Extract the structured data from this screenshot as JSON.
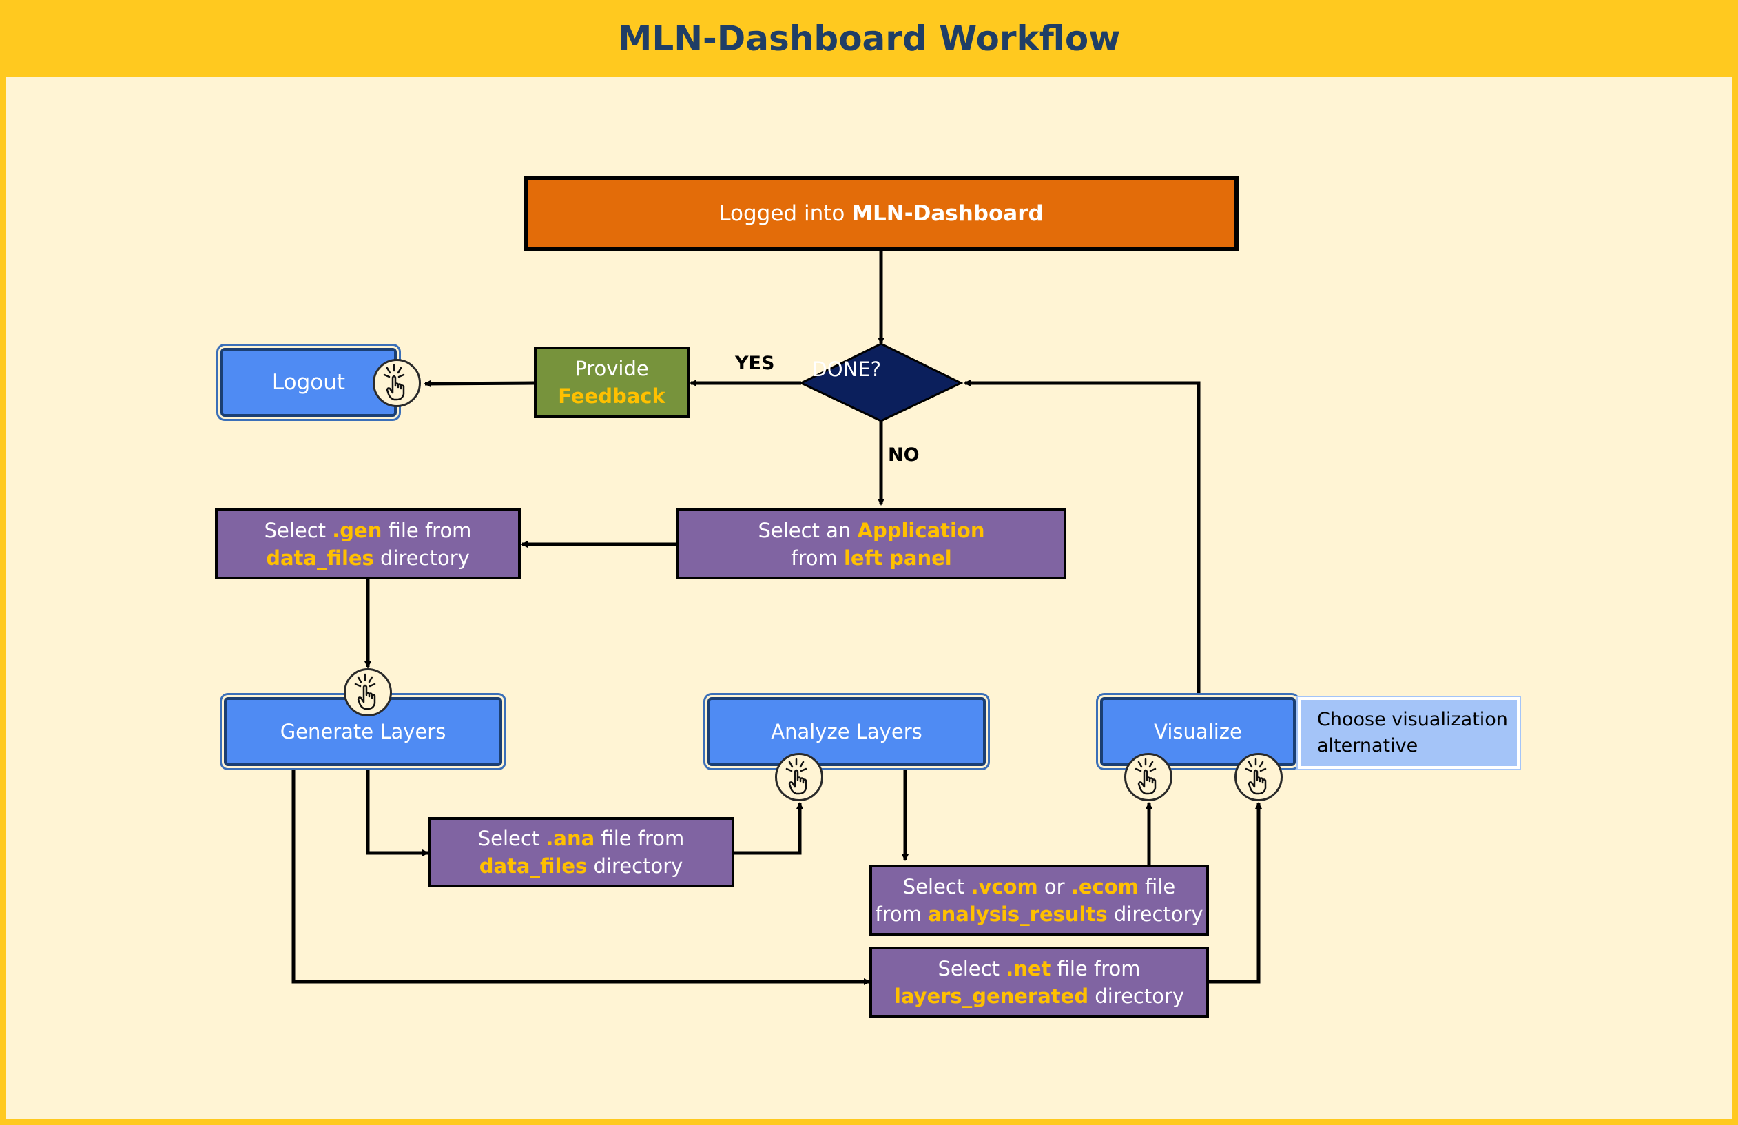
{
  "title": "MLN-Dashboard Workflow",
  "nodes": {
    "start": {
      "pre": "Logged into ",
      "bold": "MLN-Dashboard"
    },
    "decision": "DONE?",
    "logout": "Logout",
    "feedback": {
      "line1": "Provide",
      "line2": "Feedback"
    },
    "select_app": {
      "l1a": "Select an ",
      "l1b": "Application",
      "l2a": "from ",
      "l2b": "left panel"
    },
    "select_gen": {
      "l1a": "Select ",
      "l1b": ".gen",
      "l1c": " file from",
      "l2a": "data_files",
      "l2b": " directory"
    },
    "generate": "Generate Layers",
    "analyze": "Analyze Layers",
    "visualize": "Visualize",
    "select_ana": {
      "l1a": "Select ",
      "l1b": ".ana",
      "l1c": " file from",
      "l2a": "data_files",
      "l2b": " directory"
    },
    "select_vcom": {
      "l1a": "Select ",
      "l1b": ".vcom",
      "l1c": " or ",
      "l1d": ".ecom",
      "l1e": " file",
      "l2a": "from ",
      "l2b": "analysis_results",
      "l2c": " directory"
    },
    "select_net": {
      "l1a": "Select ",
      "l1b": ".net",
      "l1c": " file from",
      "l2a": "layers_generated",
      "l2b": " directory"
    }
  },
  "edge_labels": {
    "yes": "YES",
    "no": "NO"
  },
  "callout": "Choose visualization alternative",
  "icons": [
    "hand-click-icon"
  ],
  "colors": {
    "title_bar": "#ffc91f",
    "background": "#fff4d4",
    "start": "#e36c09",
    "decision": "#0b1f5c",
    "action_blue": "#4f8bf3",
    "step_purple": "#8064a2",
    "feedback_green": "#77933c",
    "highlight": "#ffc000",
    "title_text": "#1f3e66"
  }
}
